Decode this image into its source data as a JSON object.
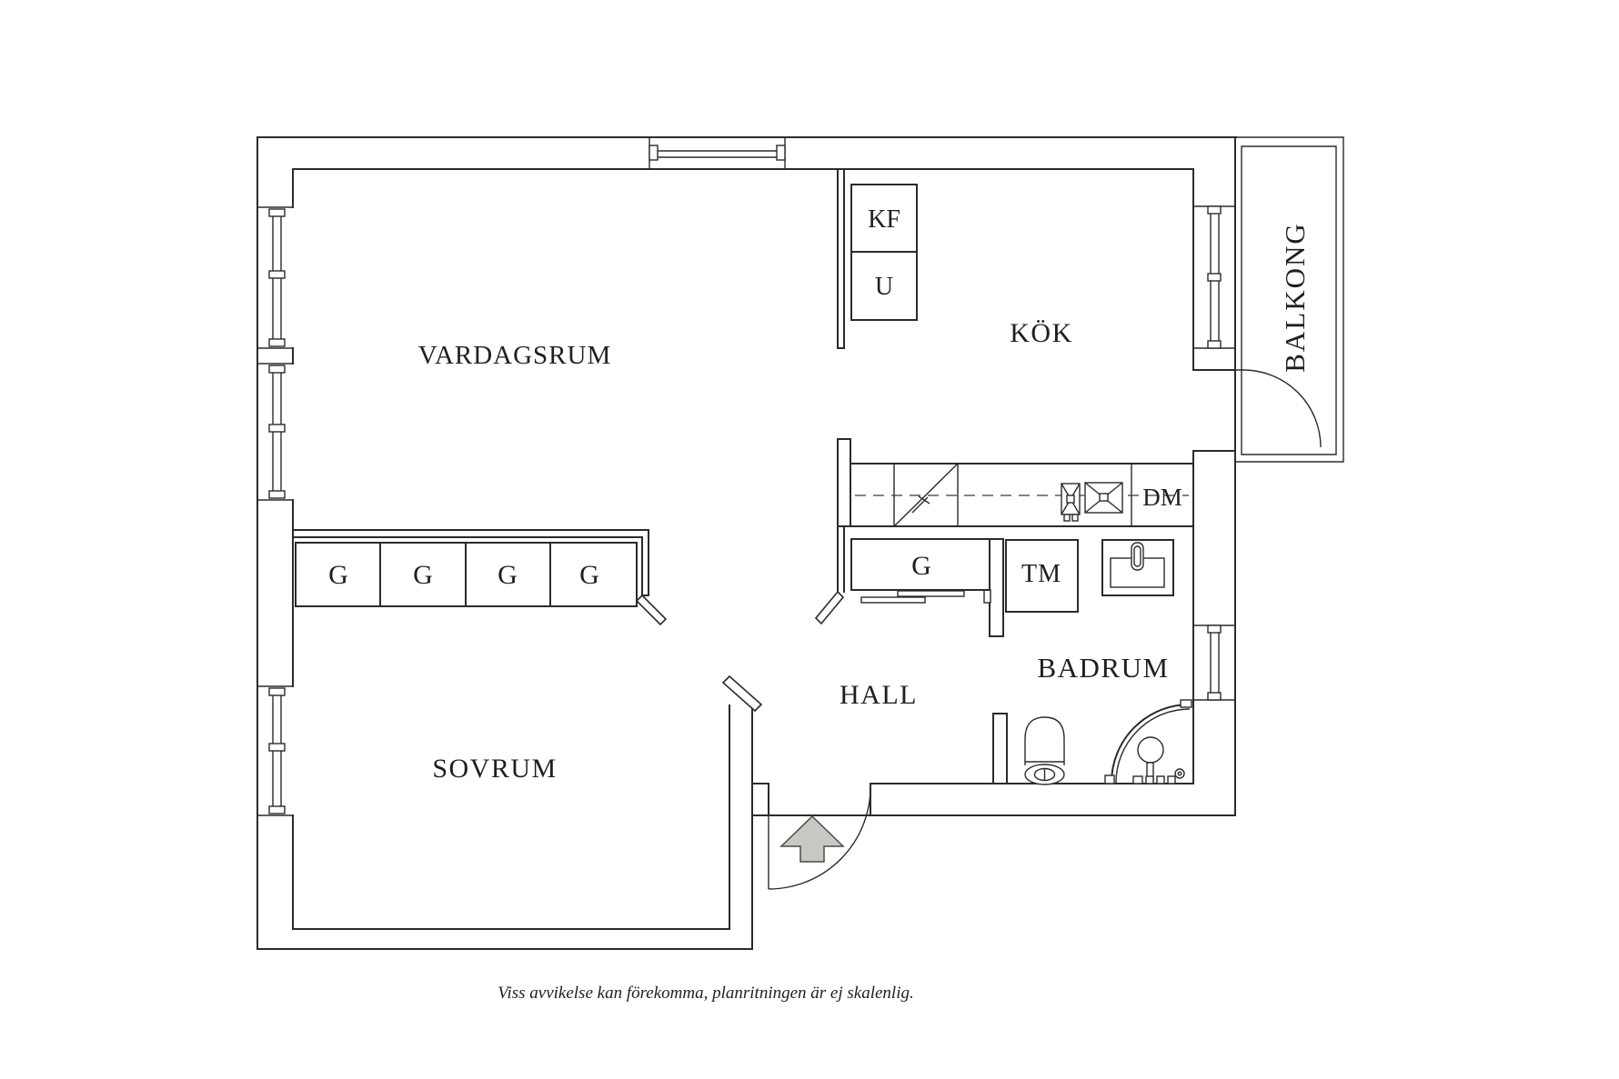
{
  "plan": {
    "rooms": {
      "vardagsrum": "VARDAGSRUM",
      "kok": "KÖK",
      "balkong": "BALKONG",
      "sovrum": "SOVRUM",
      "hall": "HALL",
      "badrum": "BADRUM"
    },
    "fixtures": {
      "kf": "KF",
      "u": "U",
      "hall_closet": "G",
      "tm": "TM",
      "dm": "DM"
    },
    "wardrobes": {
      "cells": [
        {
          "label": "G"
        },
        {
          "label": "G"
        },
        {
          "label": "G"
        },
        {
          "label": "G"
        }
      ]
    },
    "caption": "Viss avvikelse kan förekomma, planritningen är ej skalenlig.",
    "colors": {
      "line": "#2b2b2b",
      "arrow_fill": "#c9c9c4",
      "arrow_stroke": "#4a4a4a",
      "background": "#ffffff"
    }
  }
}
